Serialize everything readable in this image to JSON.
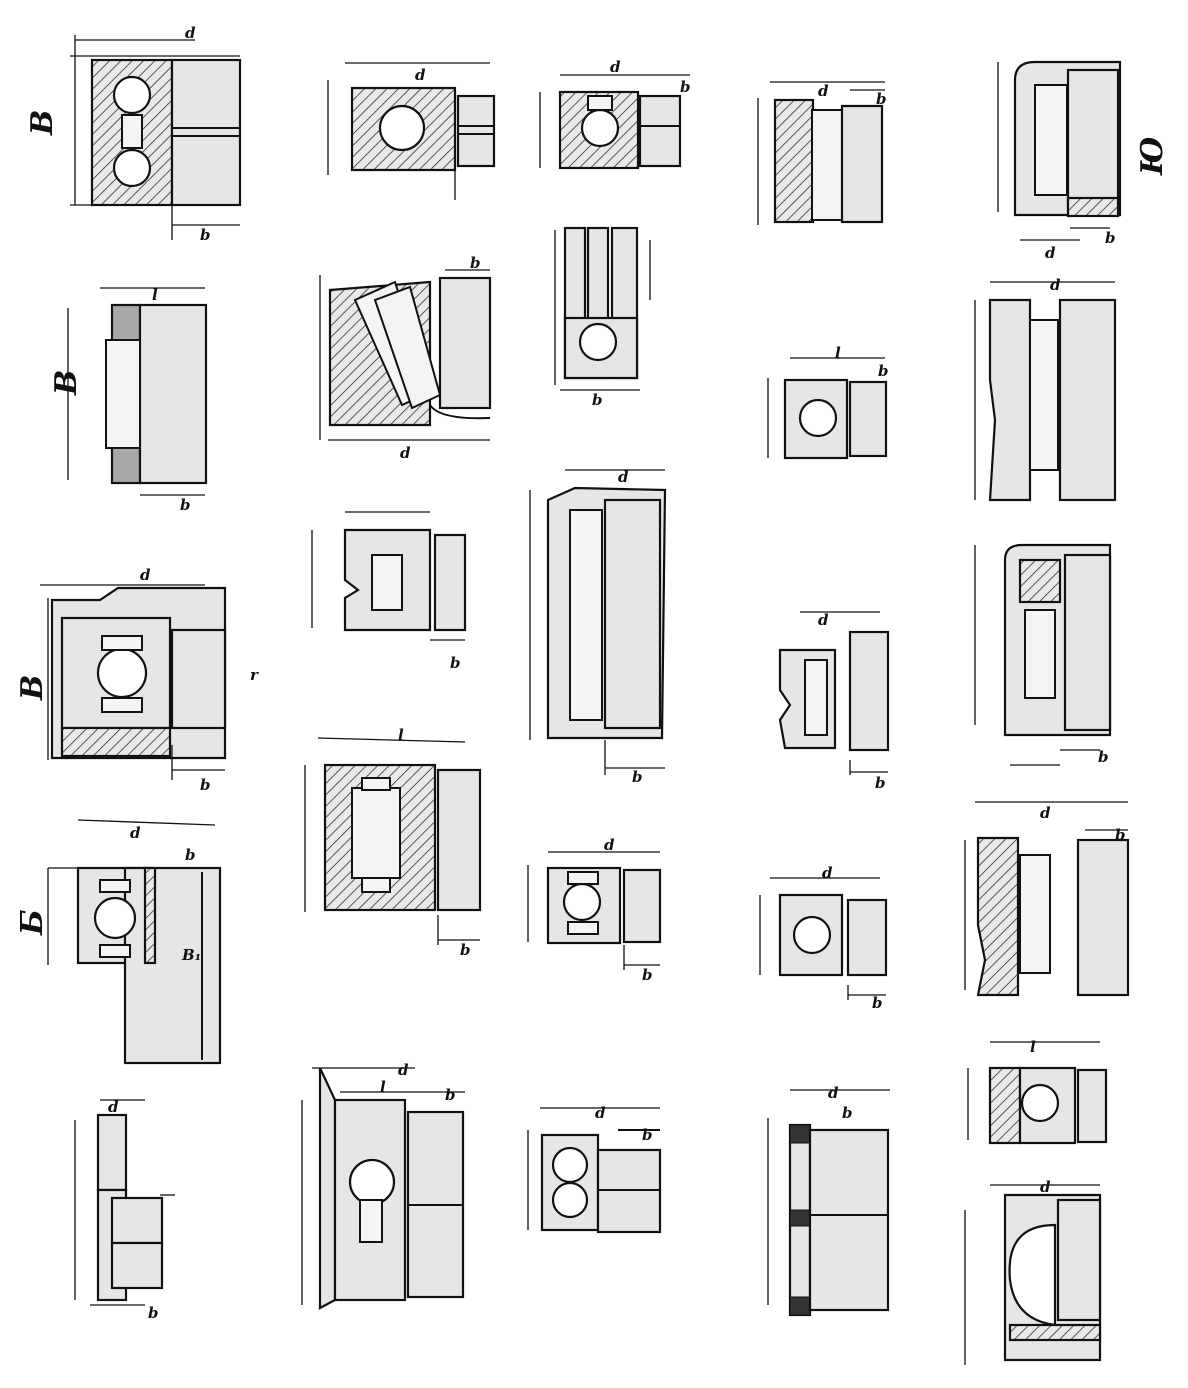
{
  "labels": {
    "B": "B",
    "b": "b",
    "d": "d",
    "l": "l",
    "B1": "B₁",
    "Be": "Б",
    "r": "r",
    "yu": "Ю"
  }
}
